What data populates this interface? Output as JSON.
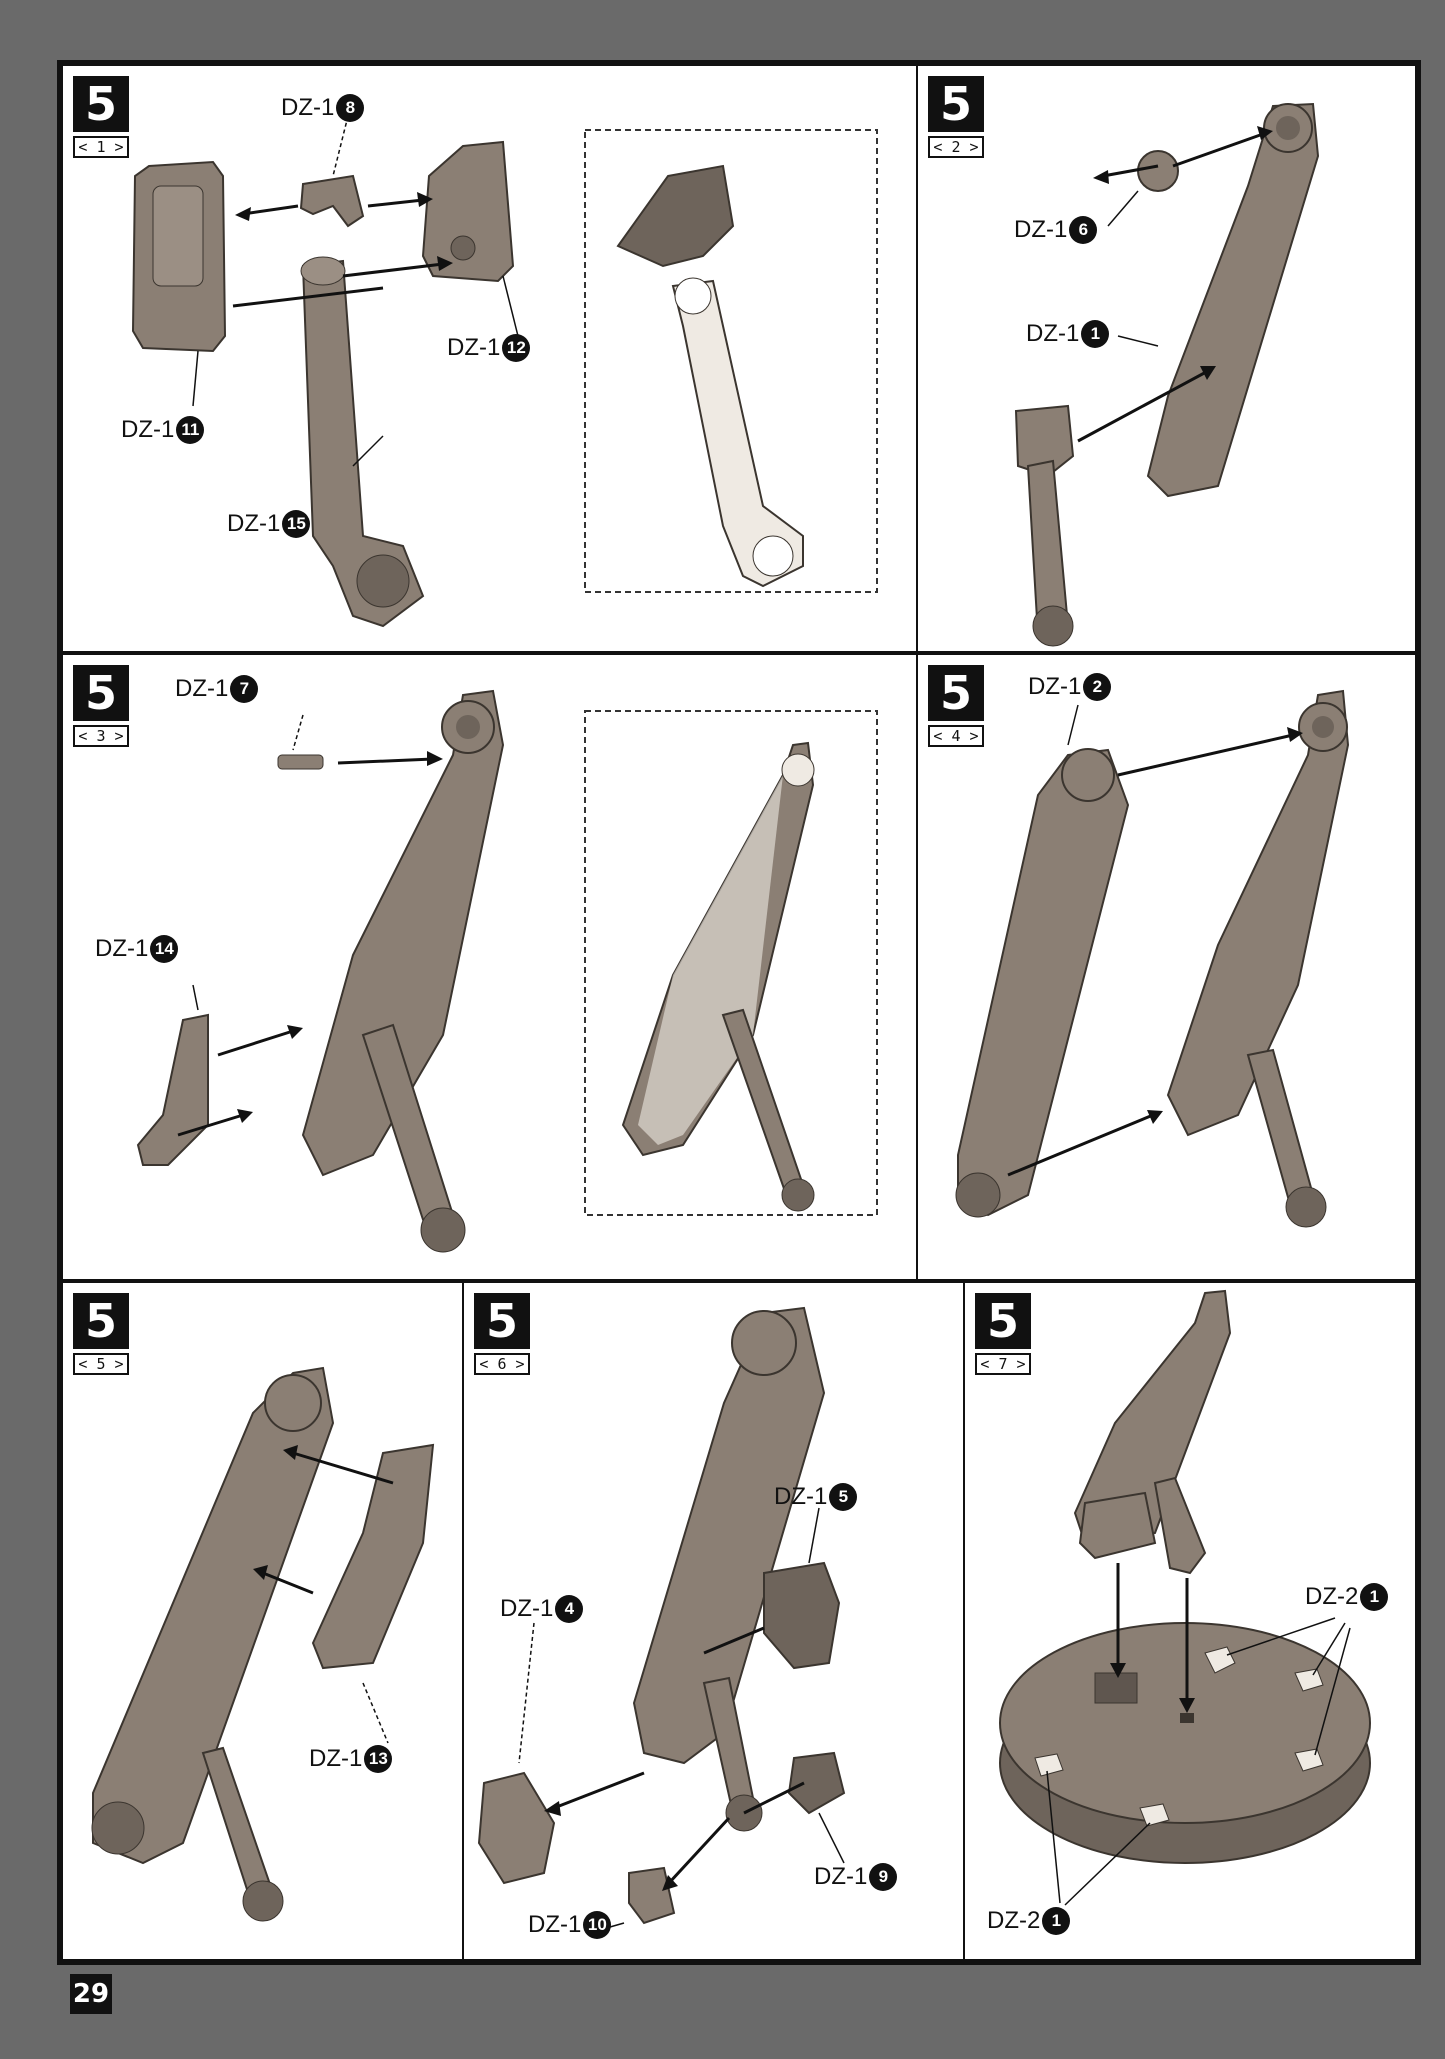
{
  "page_number": "29",
  "colors": {
    "part": "#8b7f74",
    "part_dark": "#5f564f",
    "light_part": "#efeae3",
    "ink": "#111111"
  },
  "panels": [
    {
      "step": "5",
      "substep": "< 1 >",
      "labels": [
        {
          "prefix": "DZ-1",
          "num": "8"
        },
        {
          "prefix": "DZ-1",
          "num": "12"
        },
        {
          "prefix": "DZ-1",
          "num": "11"
        },
        {
          "prefix": "DZ-1",
          "num": "15"
        }
      ]
    },
    {
      "step": "5",
      "substep": "< 2 >",
      "labels": [
        {
          "prefix": "DZ-1",
          "num": "6"
        },
        {
          "prefix": "DZ-1",
          "num": "1"
        }
      ]
    },
    {
      "step": "5",
      "substep": "< 3 >",
      "labels": [
        {
          "prefix": "DZ-1",
          "num": "7"
        },
        {
          "prefix": "DZ-1",
          "num": "14"
        }
      ]
    },
    {
      "step": "5",
      "substep": "< 4 >",
      "labels": [
        {
          "prefix": "DZ-1",
          "num": "2"
        }
      ]
    },
    {
      "step": "5",
      "substep": "< 5 >",
      "labels": [
        {
          "prefix": "DZ-1",
          "num": "13"
        }
      ]
    },
    {
      "step": "5",
      "substep": "< 6 >",
      "labels": [
        {
          "prefix": "DZ-1",
          "num": "5"
        },
        {
          "prefix": "DZ-1",
          "num": "4"
        },
        {
          "prefix": "DZ-1",
          "num": "9"
        },
        {
          "prefix": "DZ-1",
          "num": "10"
        }
      ]
    },
    {
      "step": "5",
      "substep": "< 7 >",
      "labels": [
        {
          "prefix": "DZ-2",
          "num": "1"
        },
        {
          "prefix": "DZ-2",
          "num": "1"
        }
      ]
    }
  ]
}
